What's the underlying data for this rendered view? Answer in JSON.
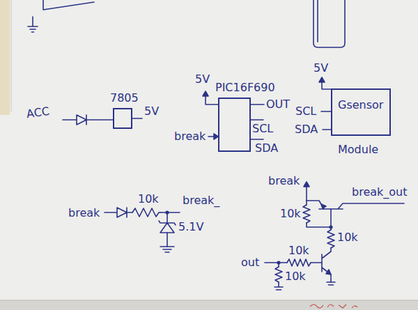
{
  "diagram": {
    "nodes": [
      {
        "text": [
          "7805"
        ]
      },
      {
        "text": [
          "PIC16F690"
        ]
      },
      {
        "text": [
          "Gsensor",
          "Module"
        ]
      }
    ],
    "labels": [
      "ACC",
      "5V",
      "5V",
      "OUT",
      "break",
      "SCL",
      "SDA",
      "5V",
      "SCL",
      "SDA",
      "10k",
      "break_",
      "break",
      "5.1V",
      "break",
      "break_out",
      "10k",
      "10k",
      "out",
      "10k",
      "10k"
    ]
  }
}
